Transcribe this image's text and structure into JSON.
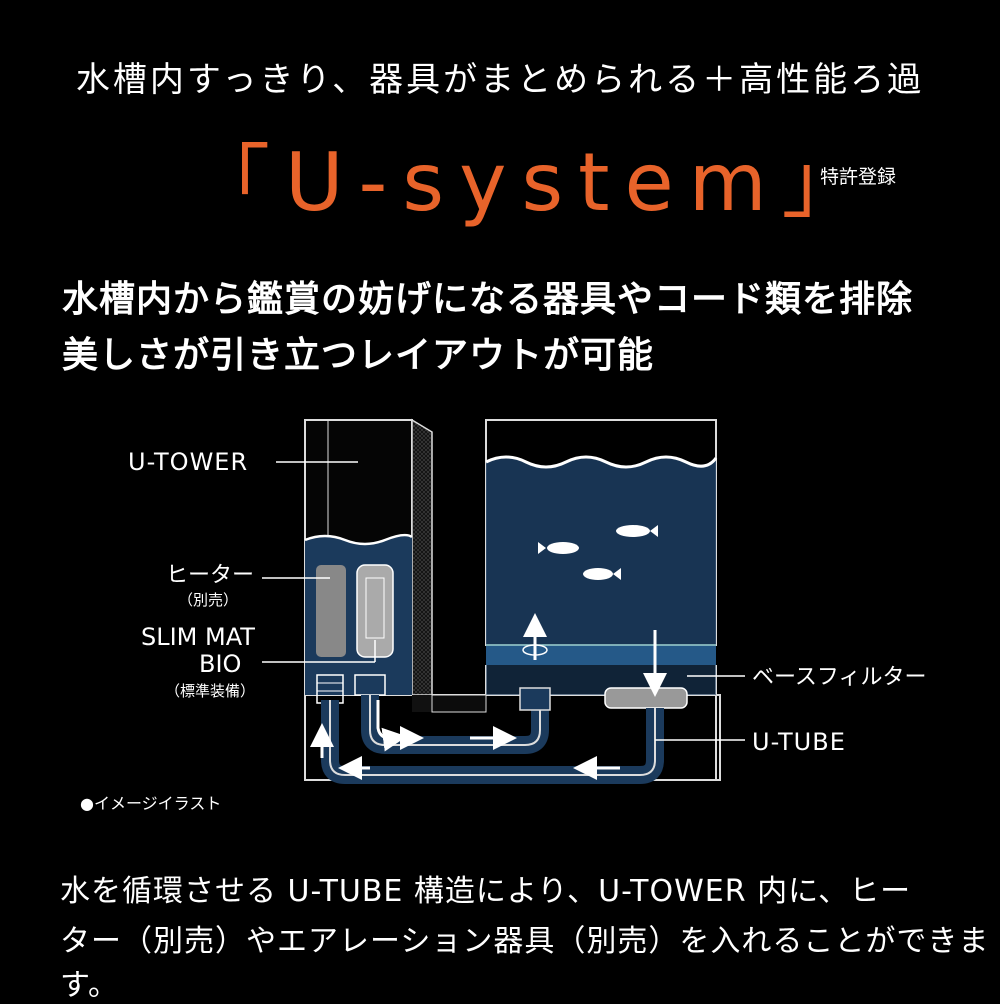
{
  "tagline": "水槽内すっきり、器具がまとめられる＋高性能ろ過",
  "title": "「U-system」",
  "patent": "特許登録",
  "headline": {
    "line1": "水槽内から鑑賞の妨げになる器具やコード類を排除",
    "line2": "美しさが引き立つレイアウトが可能"
  },
  "diagram": {
    "labels": {
      "u_tower": "U-TOWER",
      "heater": "ヒーター",
      "heater_note": "（別売）",
      "slim_mat_1": "SLIM MAT",
      "slim_mat_2": "BIO",
      "slim_mat_note": "（標準装備）",
      "base_filter": "ベースフィルター",
      "u_tube": "U-TUBE"
    },
    "note": "●イメージイラスト"
  },
  "bottom": {
    "line1": "水を循環させる U-TUBE 構造により、U-TOWER 内に、ヒー",
    "line2": "ター（別売）やエアレーション器具（別売）を入れることができます。"
  },
  "colors": {
    "accent": "#e8632a",
    "water": "#1b3a5c",
    "outline": "#e6e6e6"
  }
}
